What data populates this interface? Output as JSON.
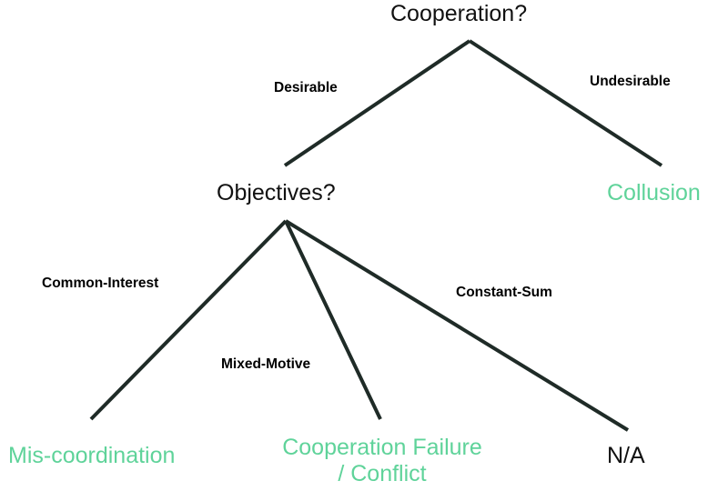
{
  "colors": {
    "line": "#1f2b27",
    "outcome": "#5fd39a",
    "text": "#111111"
  },
  "nodes": {
    "root": "Cooperation?",
    "objectives": "Objectives?",
    "collusion": "Collusion",
    "miscoordination": "Mis-coordination",
    "conflict_line1": "Cooperation Failure",
    "conflict_line2": "/ Conflict",
    "na": "N/A"
  },
  "edges": {
    "desirable": "Desirable",
    "undesirable": "Undesirable",
    "common_interest": "Common-Interest",
    "mixed_motive": "Mixed-Motive",
    "constant_sum": "Constant-Sum"
  }
}
